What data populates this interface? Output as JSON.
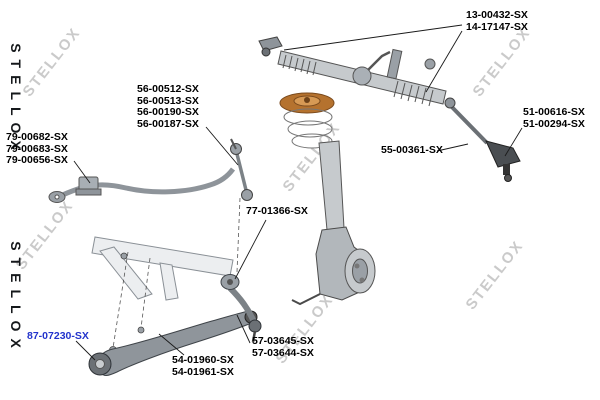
{
  "watermark": {
    "brand": "STELLOX",
    "diagonal": "STELLOX"
  },
  "colors": {
    "label_text": "#000000",
    "highlighted_label": "#2233cc",
    "spring_seat": "#b5722e",
    "drawing_gray": "#9aa0a6"
  },
  "labels": [
    {
      "lines": [
        "13-00432-SX",
        "14-17147-SX"
      ],
      "highlighted": false
    },
    {
      "lines": [
        "56-00512-SX",
        "56-00513-SX",
        "56-00190-SX",
        "56-00187-SX"
      ],
      "highlighted": false
    },
    {
      "lines": [
        "79-00682-SX",
        "79-00683-SX",
        "79-00656-SX"
      ],
      "highlighted": false
    },
    {
      "lines": [
        "55-00361-SX"
      ],
      "highlighted": false
    },
    {
      "lines": [
        "51-00616-SX",
        "51-00294-SX"
      ],
      "highlighted": false
    },
    {
      "lines": [
        "77-01366-SX"
      ],
      "highlighted": false
    },
    {
      "lines": [
        "87-07230-SX"
      ],
      "highlighted": true
    },
    {
      "lines": [
        "54-01960-SX",
        "54-01961-SX"
      ],
      "highlighted": false
    },
    {
      "lines": [
        "57-03645-SX",
        "57-03644-SX"
      ],
      "highlighted": false
    }
  ]
}
